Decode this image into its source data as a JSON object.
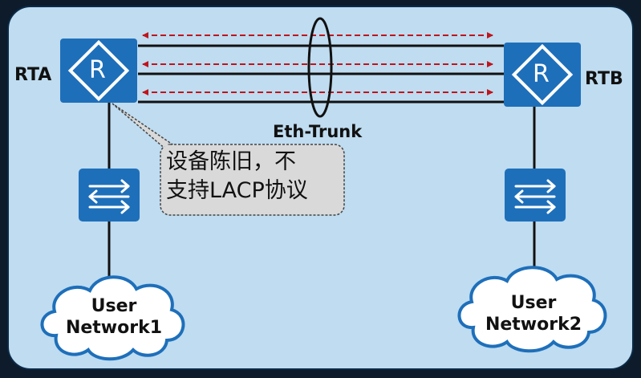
{
  "nodes": {
    "rta": {
      "label": "RTA",
      "glyph": "R"
    },
    "rtb": {
      "label": "RTB",
      "glyph": "R"
    }
  },
  "trunk": {
    "label": "Eth-Trunk",
    "member_links": 3
  },
  "callout": {
    "line1": "设备陈旧，不",
    "line2": "支持LACP协议"
  },
  "networks": {
    "left": {
      "line1": "User",
      "line2": "Network1"
    },
    "right": {
      "line1": "User",
      "line2": "Network2"
    }
  },
  "colors": {
    "panel": "#bfdcf0",
    "device": "#1e6fba",
    "link": "#111111",
    "arrow": "#c0141c",
    "callout_fill": "#d9d9d9"
  }
}
